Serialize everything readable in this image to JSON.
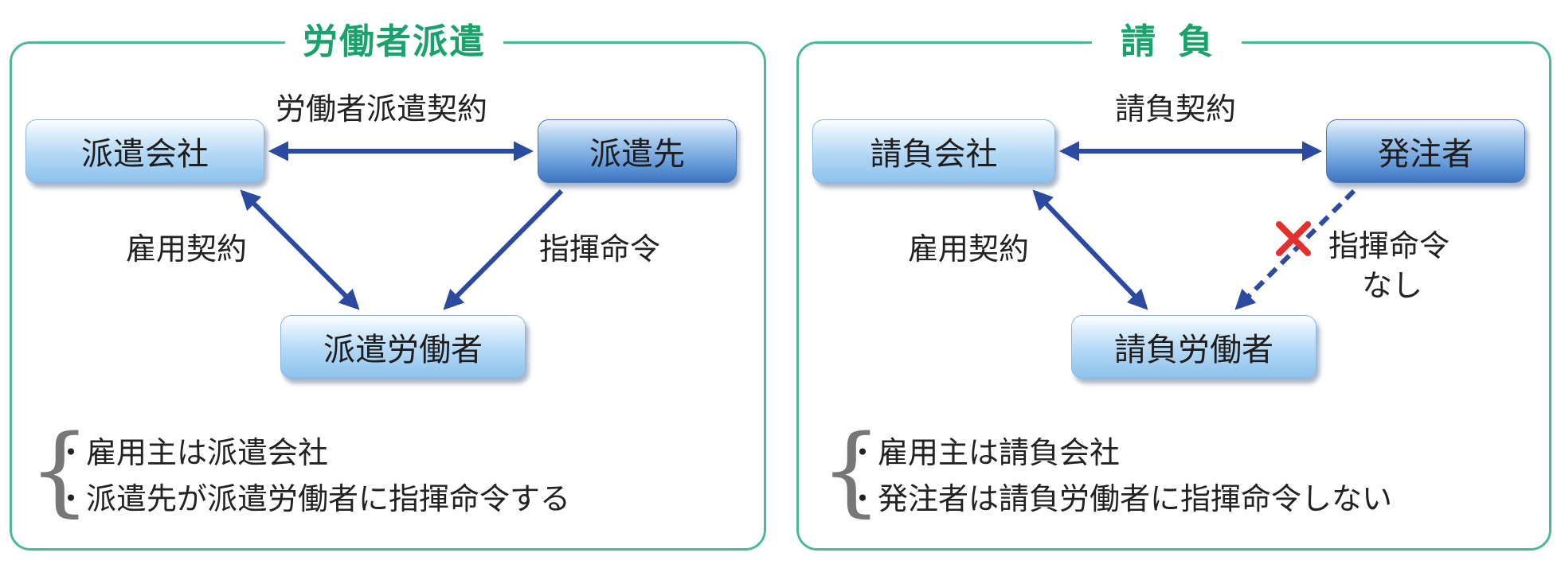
{
  "haken": {
    "title": "労働者派遣",
    "company": "派遣会社",
    "client": "派遣先",
    "worker": "派遣労働者",
    "contract_label": "労働者派遣契約",
    "employment_label": "雇用契約",
    "command_label": "指揮命令",
    "notes": [
      "・雇用主は派遣会社",
      "・派遣先が派遣労働者に指揮命令する"
    ]
  },
  "ukeoi": {
    "title": "請負",
    "company": "請負会社",
    "client": "発注者",
    "worker": "請負労働者",
    "contract_label": "請負契約",
    "employment_label": "雇用契約",
    "command_label_line1": "指揮命令",
    "command_label_line2": "なし",
    "notes": [
      "・雇用主は請負会社",
      "・発注者は請負労働者に指揮命令しない"
    ]
  },
  "colors": {
    "frame": "#4db894",
    "title": "#1aa26c",
    "arrow": "#2b4aa0",
    "cross": "#e2312d"
  },
  "icons": {
    "no_command_mark": "red-cross-icon"
  }
}
